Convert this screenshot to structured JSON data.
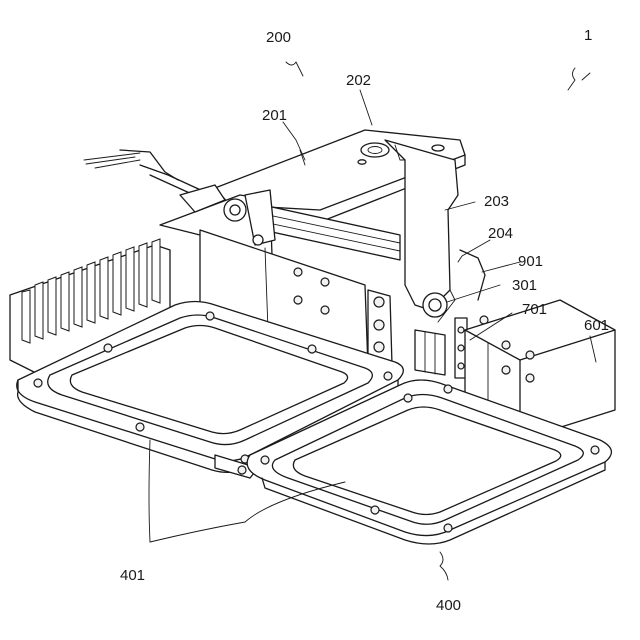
{
  "labels": {
    "assembly": "1",
    "bracket_unit": "200",
    "bracket_201": "201",
    "bracket_202": "202",
    "arm_203": "203",
    "pin_204": "204",
    "knob_301": "301",
    "housing_601": "601",
    "part_701": "701",
    "part_901": "901",
    "lens_401": "401",
    "light_unit": "400"
  }
}
